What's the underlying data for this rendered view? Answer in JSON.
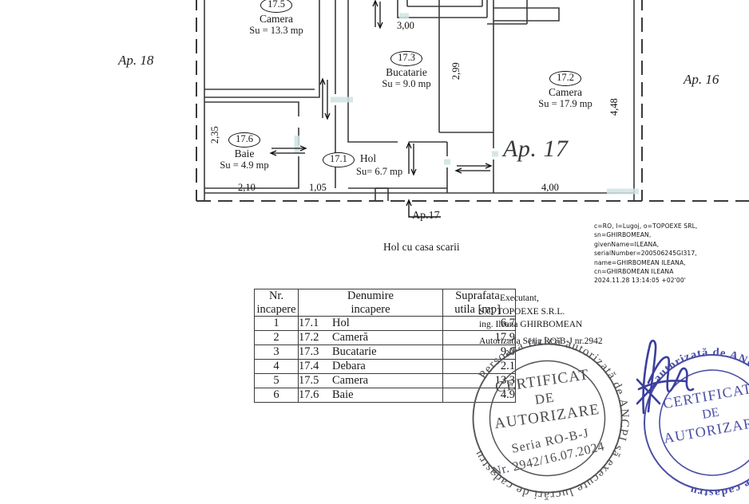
{
  "document": {
    "type": "cadastral-floor-plan",
    "apartment_label": "Ap. 17",
    "neighbor_left": "Ap. 18",
    "neighbor_right": "Ap. 16",
    "corridor_note": "Hol cu casa scarii",
    "entry_callout": "Ap.17"
  },
  "rooms": [
    {
      "tag": "17.5",
      "name": "Camera",
      "area_text": "Su = 13.3 mp"
    },
    {
      "tag": "17.3",
      "name": "Bucatarie",
      "area_text": "Su = 9.0 mp"
    },
    {
      "tag": "17.2",
      "name": "Camera",
      "area_text": "Su = 17.9 mp"
    },
    {
      "tag": "17.6",
      "name": "Baie",
      "area_text": "Su = 4.9 mp"
    },
    {
      "tag": "17.1",
      "name": "Hol",
      "area_text": "Su= 6.7 mp"
    }
  ],
  "dimensions": {
    "top_kitchen": "3,00",
    "kitchen_height": "2,99",
    "bath_height": "2,35",
    "bath_width": "2,10",
    "hall_width": "1,05",
    "room_height": "4,48",
    "room_width": "4,00"
  },
  "table": {
    "headers": [
      "Nr.\nincapere",
      "Denumire\nincapere",
      "Suprafata\nutila [mp]"
    ],
    "header_nr_line1": "Nr.",
    "header_nr_line2": "incapere",
    "header_name_line1": "Denumire",
    "header_name_line2": "incapere",
    "header_area_line1": "Suprafata",
    "header_area_line2": "utila [mp]",
    "rows": [
      {
        "nr": "1",
        "code": "17.1",
        "name": "Hol",
        "area": "6.7"
      },
      {
        "nr": "2",
        "code": "17.2",
        "name": "Cameră",
        "area": "17.9"
      },
      {
        "nr": "3",
        "code": "17.3",
        "name": "Bucatarie",
        "area": "9.0"
      },
      {
        "nr": "4",
        "code": "17.4",
        "name": "Debara",
        "area": "2.1"
      },
      {
        "nr": "5",
        "code": "17.5",
        "name": "Camera",
        "area": "13.3"
      },
      {
        "nr": "6",
        "code": "17.6",
        "name": "Baie",
        "area": "4.9"
      }
    ]
  },
  "executant": {
    "title": "Executant,",
    "company": "S.C. TOPOEXE  S.R.L.",
    "engineer": "ing. Ileana GHIRBOMEAN",
    "authorization": "Autorizatia Seria RO-B-J nr.2942"
  },
  "signature_block": {
    "line1": "c=RO, l=Lugoj, o=TOPOEXE SRL,",
    "line2": "sn=GHIRBOMEAN,",
    "line3": "givenName=ILEANA,",
    "line4": "serialNumber=200506245GI317,",
    "line5": "name=GHIRBOMEAN ILEANA,",
    "line6": "cn=GHIRBOMEAN ILEANA",
    "line7": "2024.11.28 13:14:05 +02'00'"
  },
  "stamp_primary": {
    "title_line1": "CERTIFICAT",
    "title_line2": "DE",
    "title_line3": "AUTORIZARE",
    "series": "Seria  RO-B-J",
    "number": "Nr.  2942/16.07.2024",
    "ring_text": "Persoana fizică autorizată de ANCPI să execute lucrări de cadastru"
  },
  "stamp_secondary": {
    "title_line1": "CERTIFICAT",
    "title_line2": "DE",
    "title_line3": "AUTORIZARE",
    "ring_text": "autorizată de ANCPI să execute lucrări de cadastru"
  },
  "colors": {
    "ink": "#1a1a1a",
    "wall": "#3b3b3b",
    "stamp_grey": "#4a4a4a",
    "stamp_blue": "#3b3f9e",
    "opening": "#e8f3f3"
  }
}
